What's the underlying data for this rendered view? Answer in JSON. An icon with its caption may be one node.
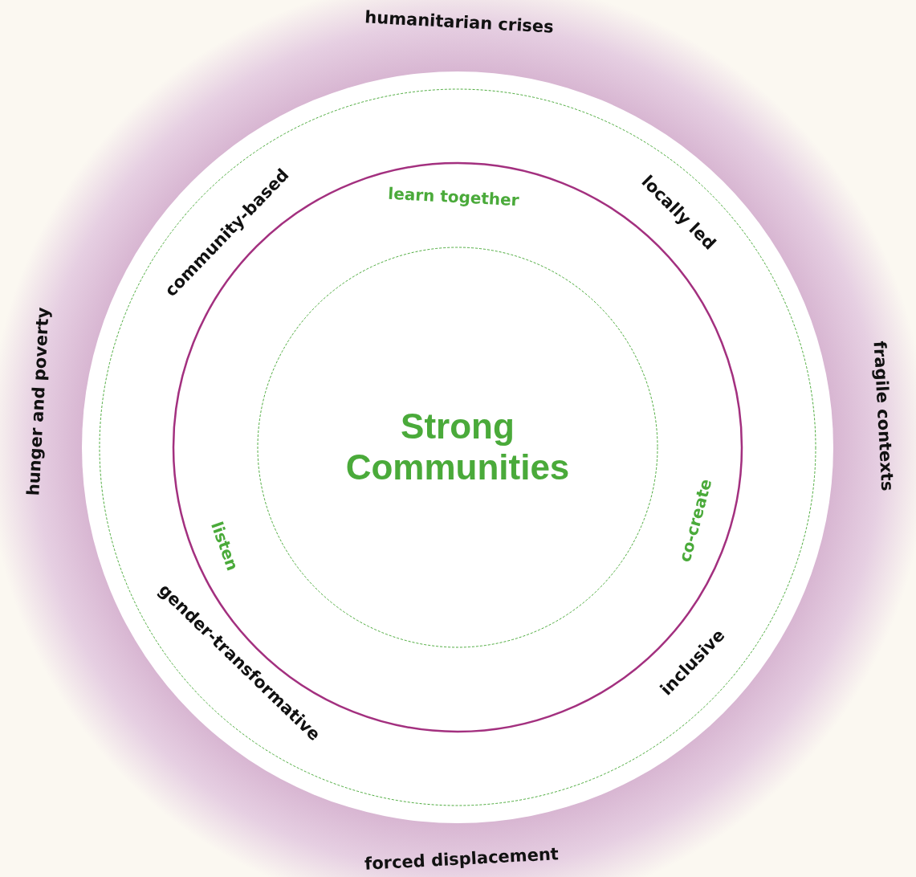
{
  "diagram": {
    "nodes": [
      {
        "text": [
          "Strong Communities"
        ]
      }
    ],
    "labels": [
      "humanitarian crises",
      "hunger and poverty",
      "fragile contexts",
      "community-based",
      "locally led",
      "learn together",
      "listen",
      "co-create",
      "gender-transformative",
      "inclusive",
      "forced displacement"
    ]
  }
}
